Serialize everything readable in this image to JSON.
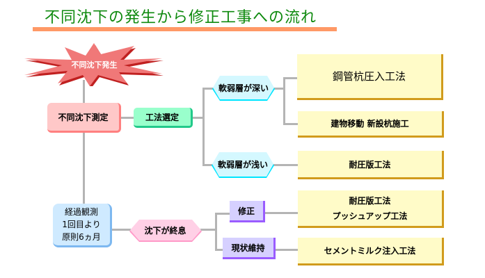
{
  "title": "不同沈下の発生から修正工事への流れ",
  "colors": {
    "title": "#0f8a0f",
    "underline": "#ff9966",
    "starburst": "#f07878",
    "connector": "#b4b4b4"
  },
  "nodes": {
    "occurrence": "不同沈下発生",
    "measurement": "不同沈下測定",
    "method_selection": "工法選定",
    "soft_layer_deep": "軟弱層が深い",
    "soft_layer_shallow": "軟弱層が浅い",
    "steel_pipe": "鋼管杭圧入工法",
    "relocation": "建物移動 新設杭施工",
    "pressure_slab": "耐圧版工法",
    "observation": [
      "経過観測",
      "1回目より",
      "原則6ヵ月"
    ],
    "settlement_ended": "沈下が終息",
    "correction": "修正",
    "maintain": "現状維持",
    "correction_methods": [
      "耐圧版工法",
      "プッシュアップ工法"
    ],
    "cement_milk": "セメントミルク注入工法"
  }
}
